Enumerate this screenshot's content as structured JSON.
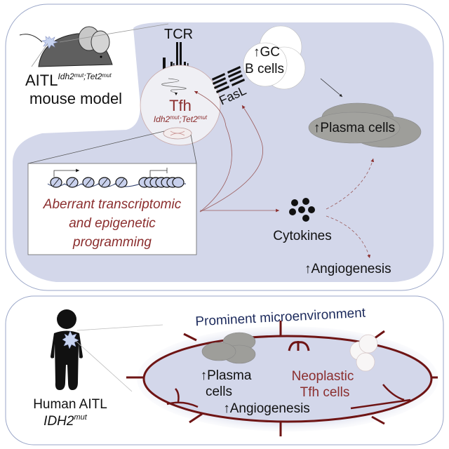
{
  "top_panel": {
    "mouse_label_prefix": "AITL",
    "mouse_label_sup": "Idh2",
    "mouse_label_sup_mut1": "mut",
    "mouse_label_sup_sep": ";Tet2",
    "mouse_label_sup_mut2": "mut",
    "mouse_label_line2": "mouse model",
    "tcr_label": "TCR",
    "tfh_label": "Tfh",
    "tfh_genotype_a": "Idh2",
    "tfh_genotype_mut1": "mut",
    "tfh_genotype_b": ";Tet2",
    "tfh_genotype_mut2": "mut",
    "fasl_label": "FasL",
    "gc_label_line1": "↑GC",
    "gc_label_line2": "B cells",
    "plasma_label": "↑Plasma cells",
    "epigenetic_line1": "Aberrant transcriptomic",
    "epigenetic_line2": "and epigenetic",
    "epigenetic_line3": "programming",
    "cytokines_label": "Cytokines",
    "angiogenesis_label": "↑Angiogenesis"
  },
  "bottom_panel": {
    "microenvironment_title": "Prominent microenvironment",
    "human_label_line1": "Human AITL",
    "human_label_gene": "IDH2",
    "human_label_mut": "mut",
    "plasma_line1": "↑Plasma",
    "plasma_line2": "cells",
    "neoplastic_line1": "Neoplastic",
    "neoplastic_line2": "Tfh cells",
    "angiogenesis_label": "↑Angiogenesis"
  },
  "colors": {
    "panel_fill": "#d3d7ea",
    "panel_border": "#9aa6c8",
    "accent_red": "#8b2e2e",
    "vessel": "#6e1414",
    "title_blue": "#1c2a5c",
    "gray_cell": "#9e9e9a",
    "tumor_star": "#c8d4f0"
  }
}
